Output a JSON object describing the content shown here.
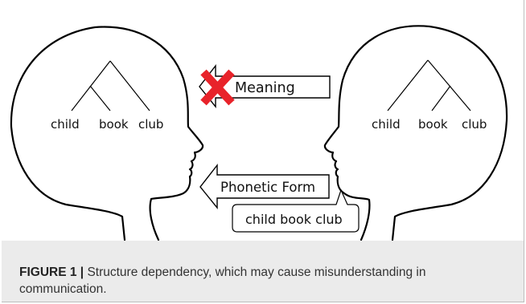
{
  "diagram": {
    "left_head": {
      "words": [
        "child",
        "book",
        "club"
      ]
    },
    "right_head": {
      "words": [
        "child",
        "book",
        "club"
      ]
    },
    "meaning_arrow": {
      "label": "Meaning",
      "blocked": true
    },
    "phonetic_arrow": {
      "label": "Phonetic Form"
    },
    "speech_bubble": {
      "text": "child book club"
    },
    "colors": {
      "outline": "#000000",
      "blocked_x": "#e8232a",
      "caption_band": "#ebebeb"
    }
  },
  "caption": {
    "label": "FIGURE 1 |",
    "text": " Structure dependency, which may cause misunderstanding in communication."
  }
}
